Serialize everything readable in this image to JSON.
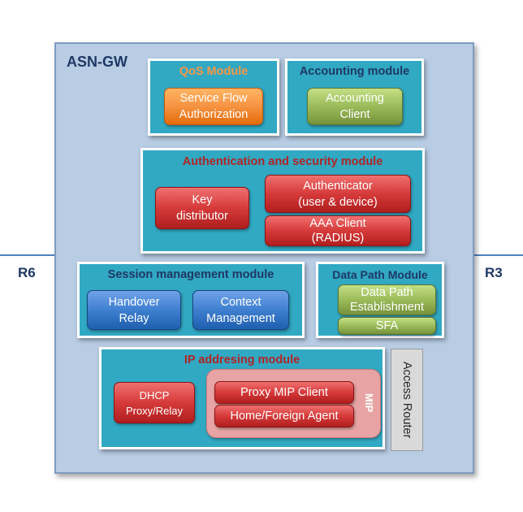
{
  "interfaces": {
    "left": "R6",
    "right": "R3"
  },
  "gateway": {
    "title": "ASN-GW"
  },
  "modules": {
    "qos": {
      "title": "QoS Module",
      "service_flow": [
        "Service Flow",
        "Authorization"
      ]
    },
    "accounting": {
      "title": "Accounting module",
      "client": [
        "Accounting",
        "Client"
      ]
    },
    "auth": {
      "title": "Authentication and security module",
      "key_distributor": [
        "Key",
        "distributor"
      ],
      "authenticator": [
        "Authenticator",
        "(user & device)"
      ],
      "aaa_client": [
        "AAA Client",
        "(RADIUS)"
      ]
    },
    "session": {
      "title": "Session management module",
      "handover": [
        "Handover",
        "Relay"
      ],
      "context": [
        "Context",
        "Management"
      ]
    },
    "datapath": {
      "title": "Data Path Module",
      "establishment": [
        "Data Path",
        "Establishment"
      ],
      "sfa": "SFA"
    },
    "ip": {
      "title": "IP addresing module",
      "dhcp": [
        "DHCP",
        "Proxy/Relay"
      ],
      "mip_label": "MIP",
      "proxy_mip": "Proxy MIP Client",
      "home_foreign": "Home/Foreign Agent"
    }
  },
  "access_router": "Access Router",
  "colors": {
    "container": "#b8cce4",
    "module": "#31a9c3",
    "orange": "#f79646",
    "green": "#9bbb59",
    "red": "#d63a3a",
    "blue": "#3f7fd0",
    "mip_group": "#e8a4a4"
  }
}
